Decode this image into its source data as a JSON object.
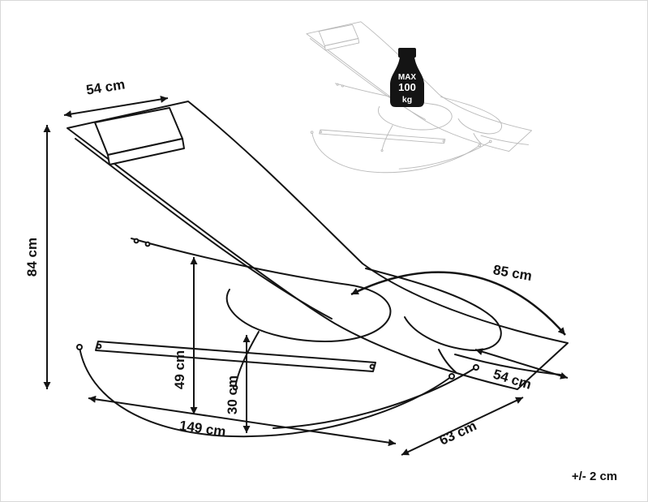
{
  "diagram": {
    "type": "product-dimension-drawing",
    "product": "rocking sun lounger",
    "tolerance_note": "+/- 2 cm",
    "max_load_icon": {
      "line1": "MAX",
      "line2": "100",
      "line3": "kg"
    },
    "dimensions": {
      "headrest_width": "54 cm",
      "total_height": "84 cm",
      "armrest_height": "49 cm",
      "base_clearance": "30 cm",
      "total_length": "149 cm",
      "base_depth": "63 cm",
      "foot_width": "54 cm",
      "seat_length": "85 cm"
    },
    "colors": {
      "line": "#141414",
      "ghost_line": "#b9b9b9",
      "background": "#ffffff"
    }
  }
}
